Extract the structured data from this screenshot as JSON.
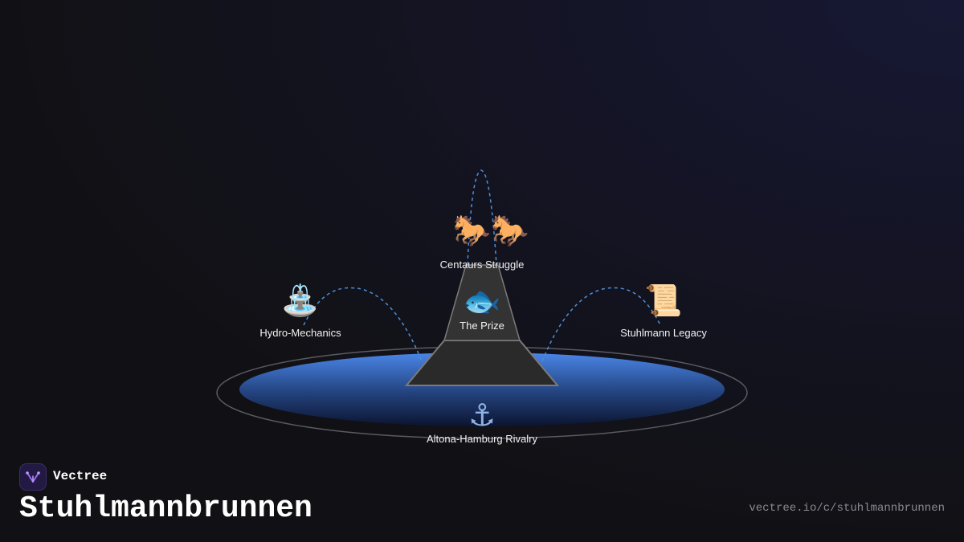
{
  "brand": {
    "name": "Vectree",
    "logo_icon": "vectree-logo-icon",
    "accent_color": "#9b6bf2"
  },
  "title": "Stuhlmannbrunnen",
  "url": "vectree.io/c/stuhlmannbrunnen",
  "colors": {
    "basin_top": "#4a86e8",
    "basin_bottom": "#0c1430",
    "pedestal": "#2a2a2a",
    "connector": "#4d8fd6"
  },
  "nodes": [
    {
      "id": "prize",
      "label": "The Prize",
      "icon": "🐟",
      "icon_name": "fish-icon"
    },
    {
      "id": "centaurs",
      "label": "Centaurs Struggle",
      "icon": "🐎🐎",
      "icon_name": "horses-icon"
    },
    {
      "id": "hydro",
      "label": "Hydro-Mechanics",
      "icon": "⛲",
      "icon_name": "fountain-icon"
    },
    {
      "id": "legacy",
      "label": "Stuhlmann Legacy",
      "icon": "📜",
      "icon_name": "scroll-icon"
    },
    {
      "id": "rivalry",
      "label": "Altona-Hamburg Rivalry",
      "icon": "⚓",
      "icon_name": "anchor-icon"
    }
  ]
}
